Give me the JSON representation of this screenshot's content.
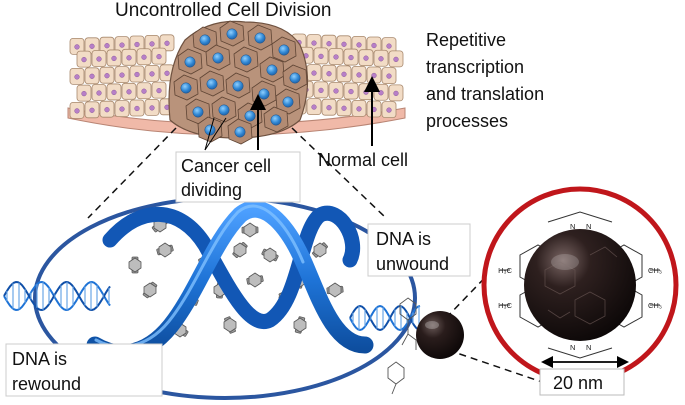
{
  "labels": {
    "title": "Uncontrolled Cell Division",
    "side_line1": "Repetitive",
    "side_line2": "transcription",
    "side_line3": "and translation",
    "side_line4": "processes",
    "cancer_line1": "Cancer cell",
    "cancer_line2": "dividing",
    "normal": "Normal cell",
    "unwound_line1": "DNA is",
    "unwound_line2": "unwound",
    "rewound_line1": "DNA is",
    "rewound_line2": "rewound",
    "scale": "20 nm"
  },
  "chem_labels": {
    "ch3_upper_left": "H₃C",
    "ch3_upper_right": "CH₃",
    "ch3_mid_left": "H₃C",
    "ch3_mid_right": "CH₃",
    "n_top": "N",
    "n_top_2": "N",
    "n_bottom": "N",
    "n_bottom_2": "N"
  },
  "colors": {
    "dna_ribbon": "#1e73d6",
    "dna_ribbon_dark": "#0f4fa8",
    "ellipse": "#2b56a0",
    "circle": "#c0161b",
    "normal_cell": "#f2dcc6",
    "normal_cell_border": "#a8896e",
    "nucleus_normal": "#b77fc7",
    "cancer_cell": "#b28b73",
    "nucleus_cancer": "#3d8fd6",
    "nanoparticle": "#1d1413"
  }
}
